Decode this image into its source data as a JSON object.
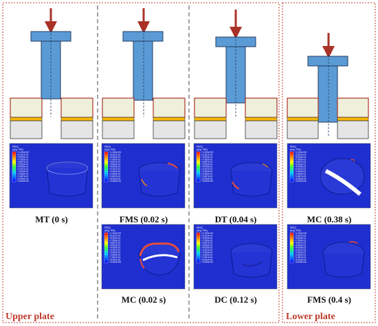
{
  "regions": {
    "upper": "Upper plate",
    "lower": "Lower plate"
  },
  "legend": {
    "var_a": "PEEQ",
    "var_b": "PEEQ",
    "avg": "(Avg: 75%)",
    "values_a": [
      "+1.000e+00",
      "+9.167e-01",
      "+8.333e-01",
      "+7.500e-01",
      "+6.667e-01",
      "+5.833e-01",
      "+5.000e-01",
      "+4.167e-01",
      "+3.333e-01",
      "+2.500e-01",
      "+1.667e-01",
      "+8.333e-02",
      "+0.000e+00"
    ]
  },
  "labels": {
    "mt": "MT (0 s)",
    "fms1": "FMS (0.02 s)",
    "dt": "DT (0.04 s)",
    "mc2": "MC (0.38 s)",
    "mc1": "MC (0.02 s)",
    "dc": "DC (0.12 s)",
    "fms2": "FMS (0.4 s)"
  },
  "colors": {
    "arrow": "#a93226",
    "punch": "#5b9bd5",
    "plate": "#eef0dc",
    "plate_border": "#a93226",
    "adhesive": "#f5b800",
    "lower_plate": "#e5e5e5",
    "contour_bg": "#1f2fcf",
    "region_border": "#c0392b"
  }
}
